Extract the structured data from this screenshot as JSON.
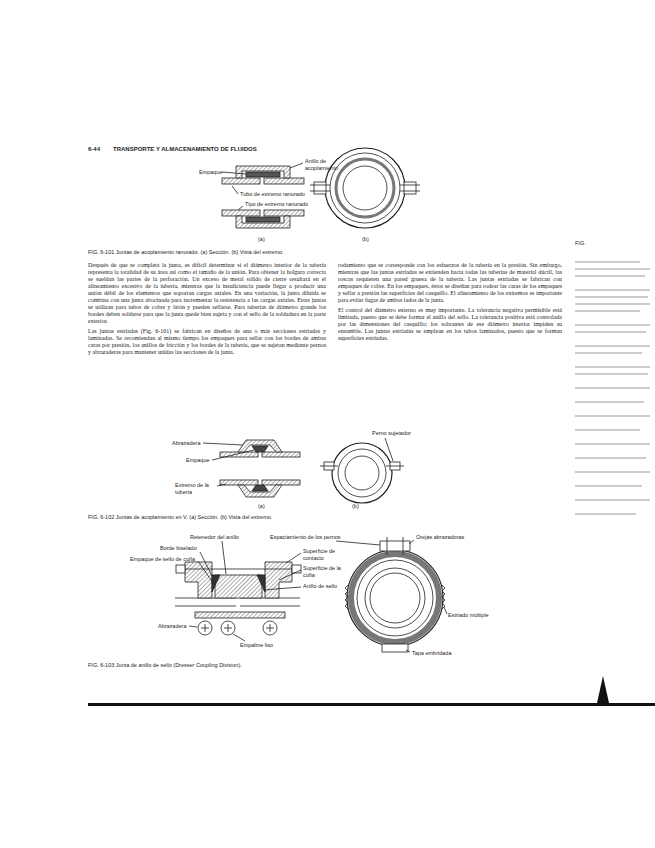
{
  "diagram": {
    "title": "TRANSPORTE Y ALMACENAMIENTO DE FLUIDOS",
    "labels": [
      "6-44",
      "Empaque",
      "Anillo de acoplamiento",
      "Tubo de extremo ranurado",
      "Tipo de extremo ranurado",
      "(a)",
      "(b)",
      "FIG. 6-101 Juntas de acoplamiento ranurado. (a) Sección. (b) Vista del extremo.",
      "Después de que se completa la junta, es difícil determinar si el diámetro interior de la tubería representa la totalidad de su área así como el tamaño de la unión. Para obtener la holgura correcta se sueldan las partes de la perforación. Un exceso de metal sólido de cierre resultará en el alineamiento excesivo de la tubería, mientras que la insuficiencia puede llegar a producir una unión débil de los elementos que soportan cargas axiales. En una variación, la junta diluida se combina con una junta abocinada para incrementar la resistencia a las cargas axiales. Estas juntas se utilizan para tubos de cobre y latón y pueden sellarse. Para tuberías de diámetro grande los bordes deben soldarse para que la junta quede bien sujeta y con el sello de la soldadura en la parte exterior.",
      "Las juntas estriadas (Fig. 6-101) se fabrican en diseños de una o más secciones estriadas y laminadas. Se recomiendan al mismo tiempo los empaques para sellar con los bordes de ambas caras por presión, los anillos de fricción y los bordes de la tubería, que se sujetan mediante pernos y abrazaderas para mantener unidas las secciones de la junta.",
      "rodamiento que se corresponde con los esfuerzos de la tubería en la presión. Sin embargo, mientras que las juntas estriadas se extienden hacia todas las tuberías de material dúctil, las roscas requieren una pared gruesa de la tubería. Las juntas estriadas se fabrican con empaques de cobre. En los empaques, éstos se diseñan para rodear las caras de los empaques y sellar a presión las superficies del casquillo. El alineamiento de los extremos es importante para evitar fugas de ambos lados de la junta.",
      "El control del diámetro externo es muy importante. La tolerancia negativa permisible está limitada, puesto que se debe formar el anillo del sello. La tolerancia positiva está controlada por las dimensiones del casquillo; los sobrantes de ese diámetro interior impiden su ensamble. Las juntas estriadas se emplean en los tubos laminados, puesto que se forman superficies estriadas.",
      "Abrazadera",
      "Empaque",
      "Extremo de la tubería",
      "Perno sujetador",
      "(a)",
      "(b)",
      "FIG. 6-102 Juntas de acoplamiento en V. (a) Sección. (b) Vista del extremo.",
      "Retenedor del anillo",
      "Borde biselado",
      "Empaque de sello de cuña",
      "Superficie de contacto",
      "Superficie de la cuña",
      "Anillo de sello",
      "Abrazadera",
      "Empalme liso",
      "Espaciamiento de los pernos",
      "Orejas abrazadoras",
      "Estriado múltiple",
      "Tapa embridada",
      "FIG. 6-103 Junta de anillo de sello (Dresser Coupling Division).",
      "FIG."
    ]
  }
}
